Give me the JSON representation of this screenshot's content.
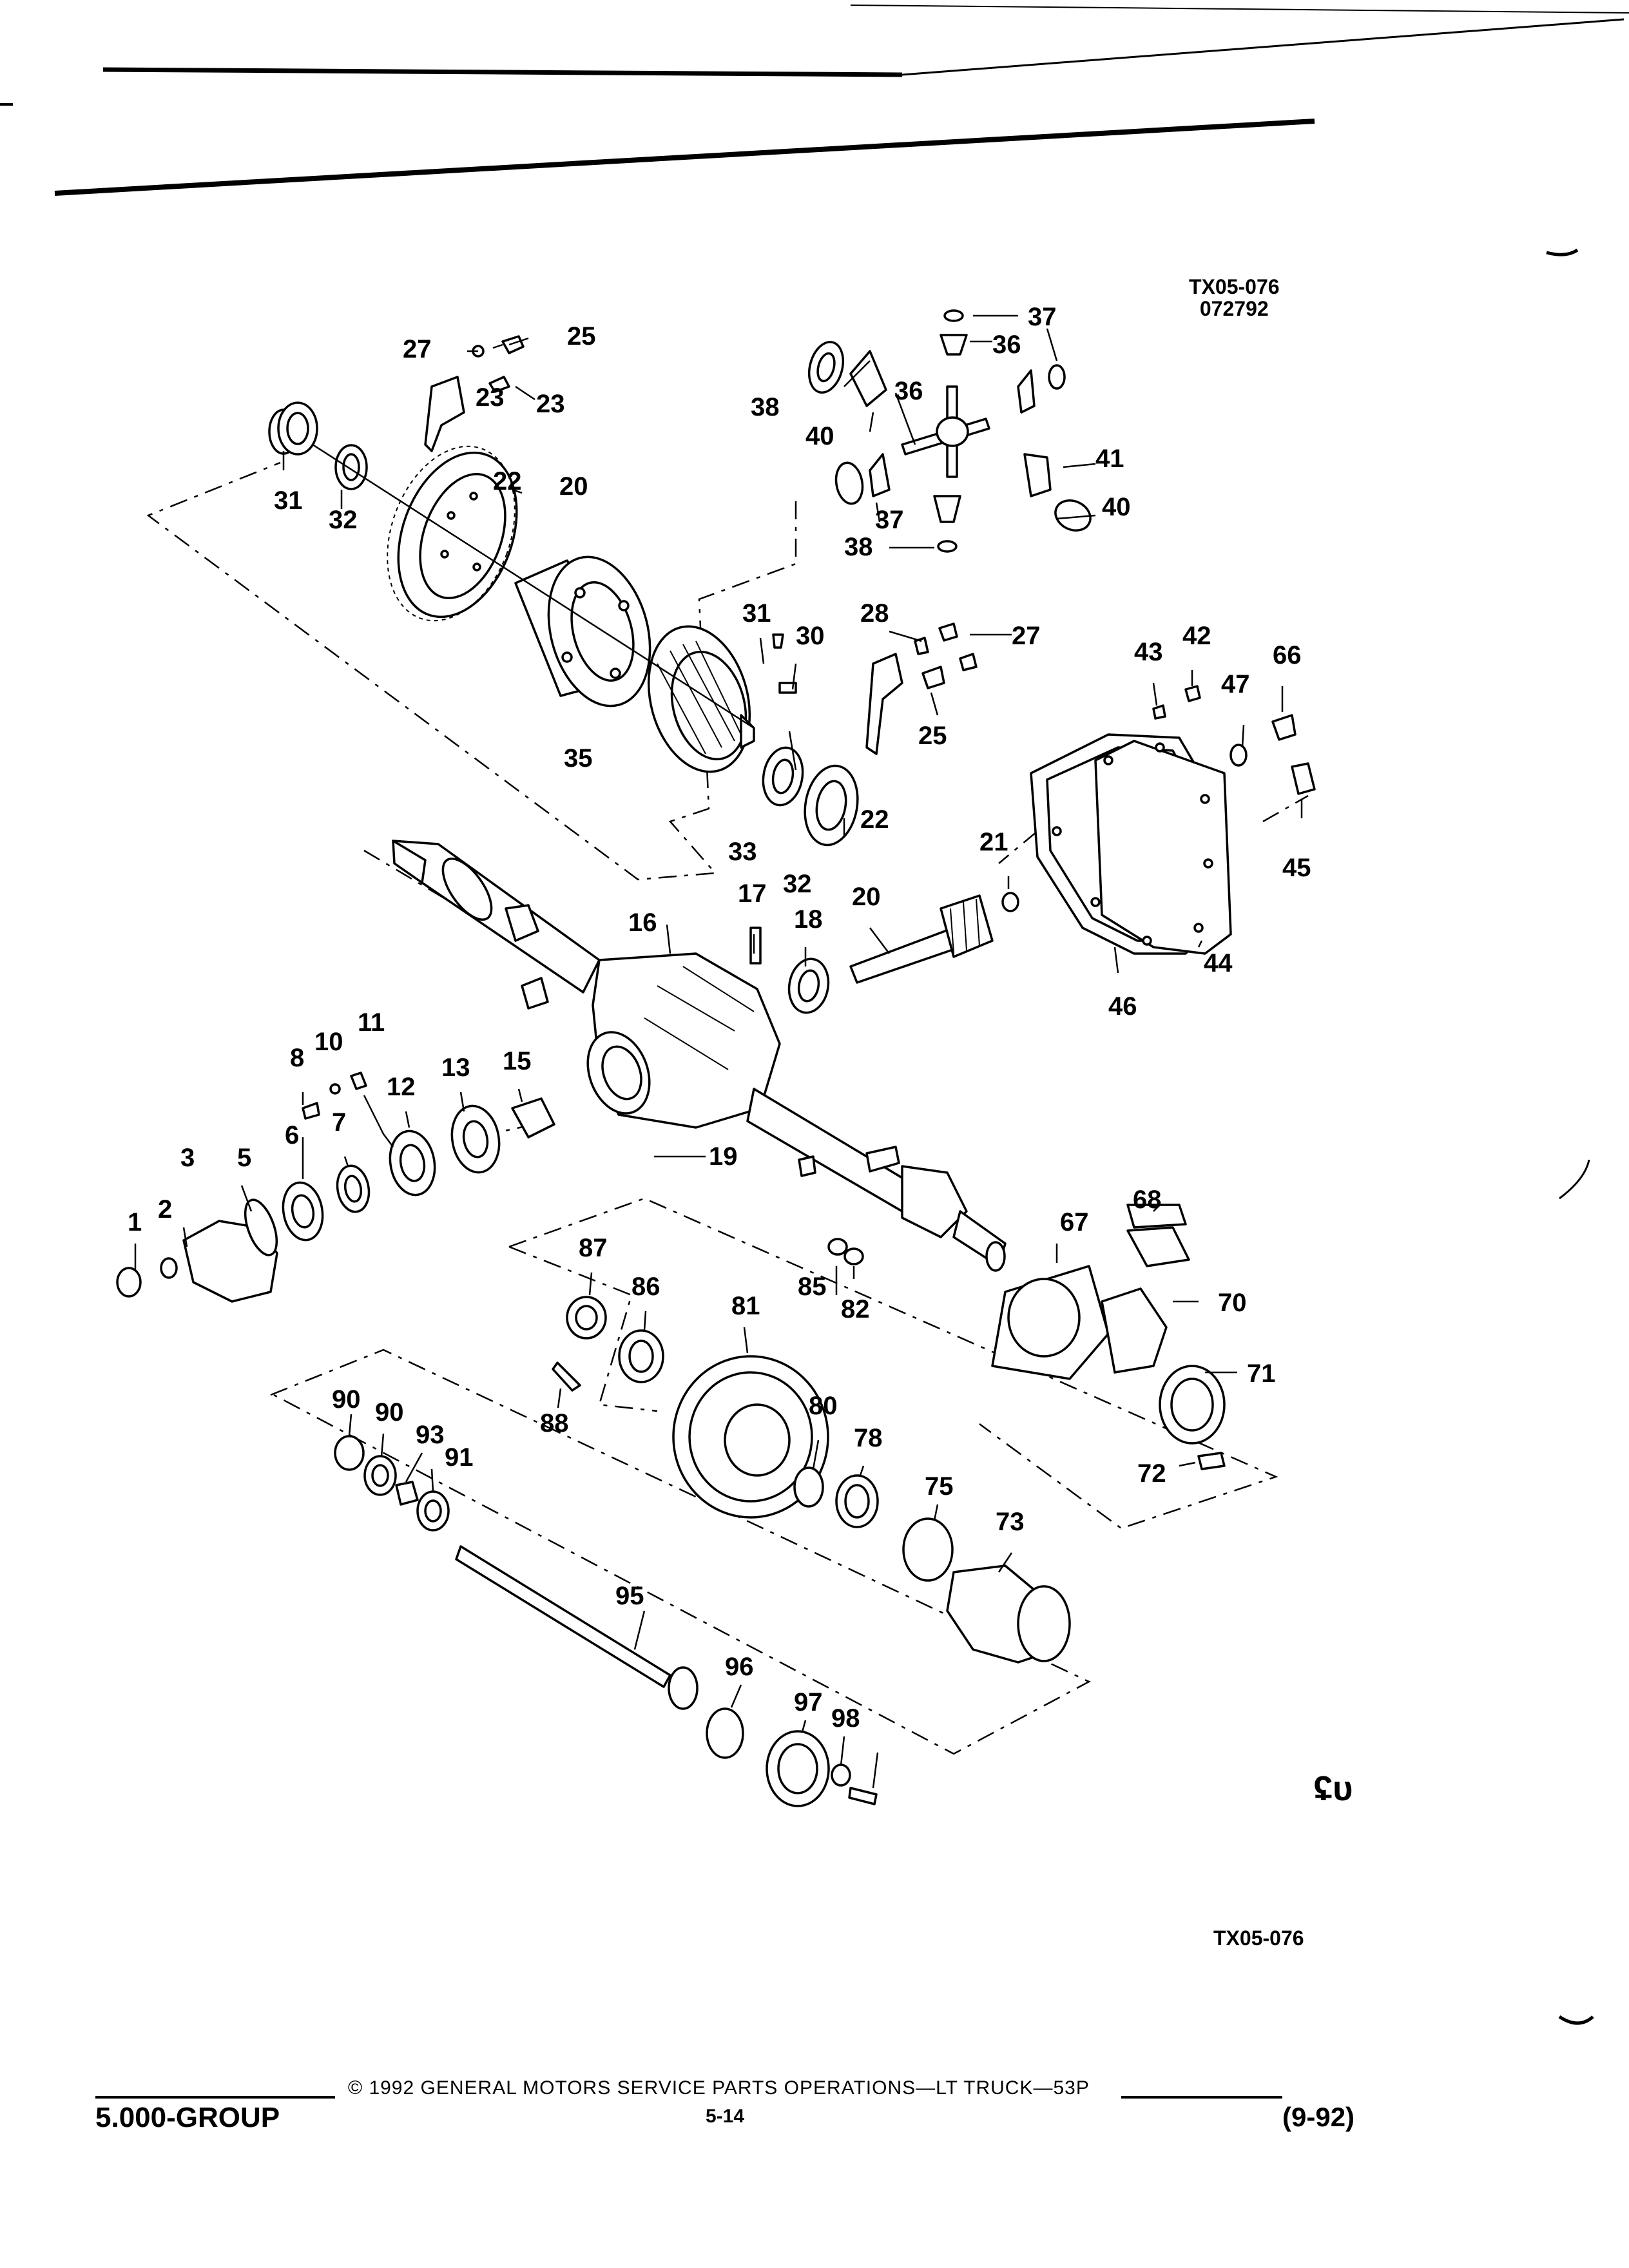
{
  "diagram": {
    "ref_top_code": "TX05-076",
    "ref_top_date": "072792",
    "ref_bottom": "TX05-076",
    "logo_mark": "ʢᴜ",
    "callouts": [
      "1",
      "2",
      "3",
      "5",
      "6",
      "7",
      "8",
      "10",
      "11",
      "12",
      "13",
      "15",
      "16",
      "17",
      "18",
      "19",
      "20",
      "20",
      "21",
      "22",
      "22",
      "23",
      "23",
      "25",
      "25",
      "27",
      "27",
      "28",
      "30",
      "31",
      "31",
      "32",
      "32",
      "33",
      "35",
      "36",
      "36",
      "37",
      "37",
      "38",
      "38",
      "40",
      "40",
      "41",
      "42",
      "43",
      "44",
      "45",
      "46",
      "47",
      "66",
      "67",
      "68",
      "70",
      "71",
      "72",
      "73",
      "75",
      "78",
      "80",
      "81",
      "82",
      "85",
      "86",
      "87",
      "88",
      "90",
      "90",
      "91",
      "93",
      "95",
      "96",
      "97",
      "98"
    ]
  },
  "footer": {
    "group": "5.000-GROUP",
    "copyright": "© 1992  GENERAL MOTORS SERVICE PARTS OPERATIONS—LT TRUCK—53P",
    "page": "5-14",
    "date": "(9-92)"
  }
}
